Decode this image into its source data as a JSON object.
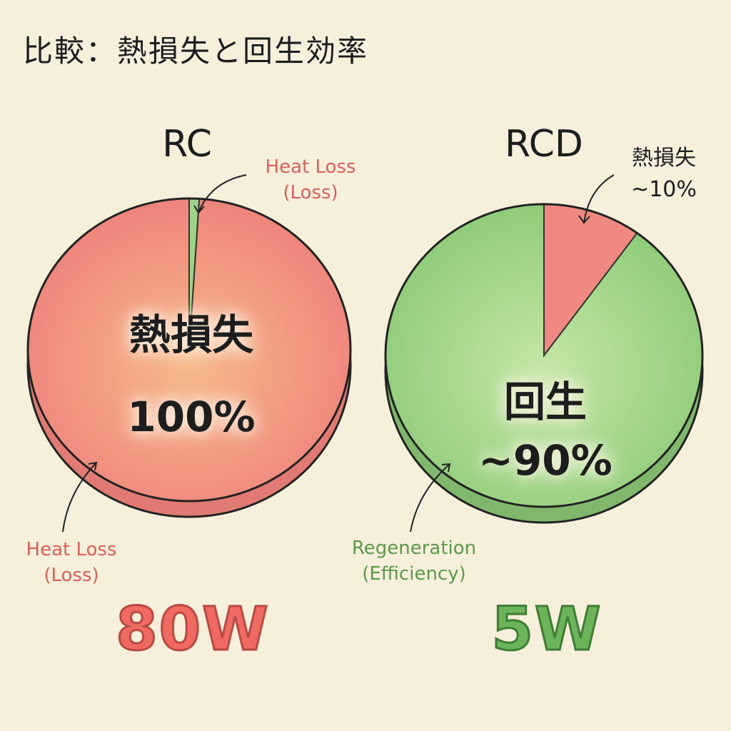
{
  "title": "比較：熱損失と回生効率",
  "chart_data": [
    {
      "type": "pie",
      "title": "RC",
      "slices": [
        {
          "label": "熱損失",
          "value": 99,
          "color": "#f08a80"
        },
        {
          "label": "Heat Loss (Loss)",
          "value": 1,
          "color": "#9fd38a"
        }
      ],
      "center_label": [
        "熱損失",
        "100%"
      ],
      "annotations": [
        {
          "text": [
            "Heat Loss",
            "(Loss)"
          ],
          "color": "#d9605a"
        },
        {
          "text": [
            "Heat Loss",
            "(Loss)"
          ],
          "color": "#d9605a"
        }
      ],
      "power": "80W"
    },
    {
      "type": "pie",
      "title": "RCD",
      "slices": [
        {
          "label": "熱損失",
          "value": 10,
          "color": "#f08a80"
        },
        {
          "label": "回生",
          "value": 90,
          "color": "#9fd38a"
        }
      ],
      "center_label": [
        "回生",
        "~90%"
      ],
      "annotations": [
        {
          "text": [
            "熱損失",
            "~10%"
          ],
          "color": "#1d1d1d"
        },
        {
          "text": [
            "Regeneration",
            "(Efficiency)"
          ],
          "color": "#5a9a4a"
        }
      ],
      "power": "5W"
    }
  ]
}
